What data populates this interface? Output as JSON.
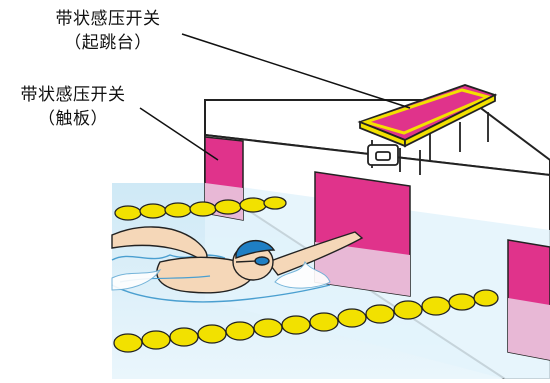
{
  "labels": {
    "starting_block_title": "带状感压开关",
    "starting_block_sub": "（起跳台）",
    "touch_pad_title": "带状感压开关",
    "touch_pad_sub": "（触板）"
  },
  "colors": {
    "water": "#d8eef8",
    "lane_rope": "#f2e100",
    "lane_rope_outline": "#222222",
    "sensor_pad": "#e0338b",
    "sensor_pad_underwater": "#e8b8d6",
    "block_frame": "#ffffff",
    "block_top_border": "#f2e100",
    "skin": "#f5d7b8",
    "cap": "#1f7fc4"
  }
}
